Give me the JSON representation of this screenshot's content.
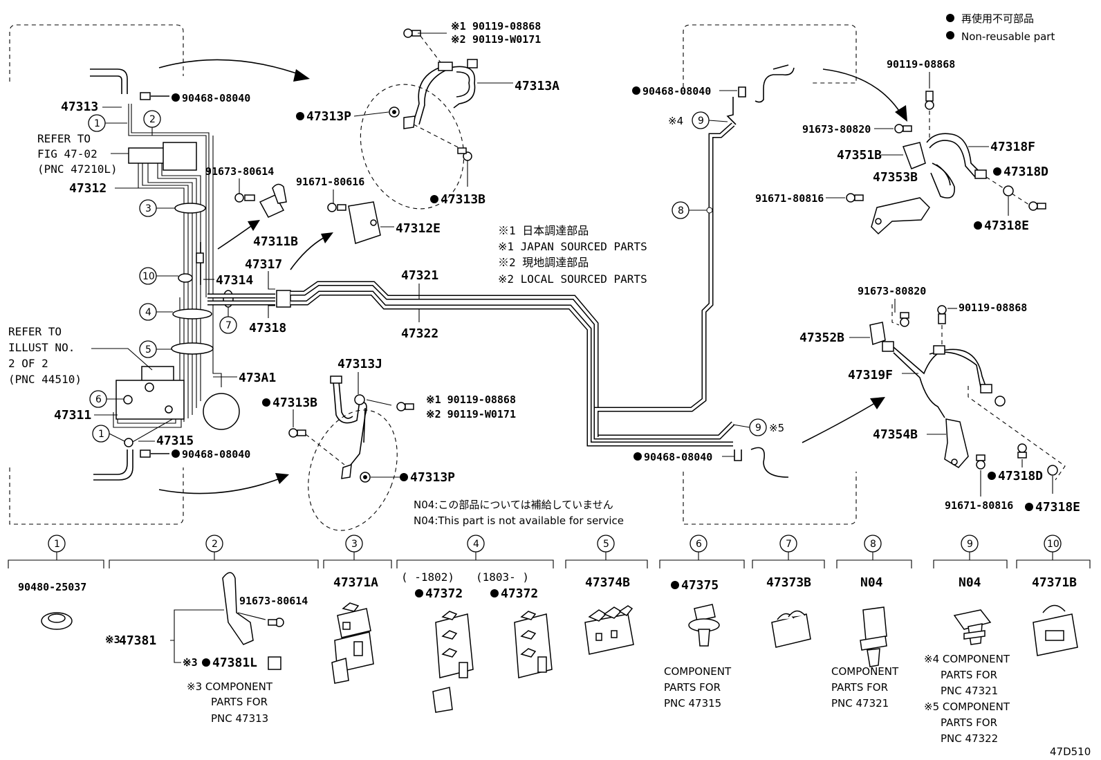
{
  "legend": {
    "line_jp": "再使用不可部品",
    "line_en": "Non-reusable part"
  },
  "labels": {
    "p47313": "47313",
    "p90468_a": "90468-08040",
    "refer_fig_1": "REFER TO",
    "refer_fig_2": "FIG 47-02",
    "refer_fig_3": "(PNC 47210L)",
    "p47312": "47312",
    "p91673_80614_a": "91673-80614",
    "p47311B": "47311B",
    "p91671_80616": "91671-80616",
    "p47312E": "47312E",
    "p47317": "47317",
    "p47314": "47314",
    "p47318": "47318",
    "p47321": "47321",
    "p47322": "47322",
    "refer_illust_1": "REFER TO",
    "refer_illust_2": "ILLUST NO.",
    "refer_illust_3": "2 OF 2",
    "refer_illust_4": "(PNC 44510)",
    "p473A1": "473A1",
    "p47311": "47311",
    "p47315": "47315",
    "p90468_b": "90468-08040",
    "top_note1_mark": "※1",
    "top_note1": "90119-08868",
    "top_note2_mark": "※2",
    "top_note2": "90119-W0171",
    "p47313A": "47313A",
    "p47313P_a": "47313P",
    "p47313B_a": "47313B",
    "note1_jp": "※1 日本調達部品",
    "note1_en": "※1 JAPAN SOURCED PARTS",
    "note2_jp": "※2 現地調達部品",
    "note2_en": "※2 LOCAL SOURCED PARTS",
    "p47313J": "47313J",
    "p47313B_b": "47313B",
    "mid_note1": "※1 90119-08868",
    "mid_note2": "※2 90119-W0171",
    "p47313P_b": "47313P",
    "n04_jp": "N04:この部品については補給していません",
    "n04_en": "N04:This part is not available for service",
    "p90468_c": "90468-08040",
    "mark4": "※4",
    "p90468_d": "90468-08040",
    "mark5": "※5",
    "r_90119_a": "90119-08868",
    "r_91673_a": "91673-80820",
    "r_47351B": "47351B",
    "r_47318F": "47318F",
    "r_47353B": "47353B",
    "r_47318D_a": "47318D",
    "r_91671_a": "91671-80816",
    "r_47318E_a": "47318E",
    "r_91673_b": "91673-80820",
    "r_90119_b": "90119-08868",
    "r_47352B": "47352B",
    "r_47319F": "47319F",
    "r_47354B": "47354B",
    "r_47318D_b": "47318D",
    "r_91671_b": "91671-80816",
    "r_47318E_b": "47318E",
    "code": "47D510"
  },
  "circles": [
    "1",
    "2",
    "3",
    "4",
    "5",
    "6",
    "7",
    "8",
    "9",
    "10"
  ],
  "bottom": {
    "c1": {
      "num": "1",
      "part": "90480-25037"
    },
    "c2": {
      "num": "2",
      "bolt": "91673-80614",
      "main": "47381",
      "main_mark": "※3",
      "sub": "47381L",
      "sub_mark": "※3",
      "note1": "※3 COMPONENT",
      "note2": "PARTS FOR",
      "note3": "PNC 47313"
    },
    "c3": {
      "num": "3",
      "part": "47371A"
    },
    "c4": {
      "num": "4",
      "range_a": "(    -1802)",
      "range_b": "(1803-     )",
      "part_a": "47372",
      "part_b": "47372"
    },
    "c5": {
      "num": "5",
      "part": "47374B"
    },
    "c6": {
      "num": "6",
      "part": "47375",
      "note1": "COMPONENT",
      "note2": "PARTS FOR",
      "note3": "PNC 47315"
    },
    "c7": {
      "num": "7",
      "part": "47373B"
    },
    "c8": {
      "num": "8",
      "part": "N04",
      "note1": "COMPONENT",
      "note2": "PARTS FOR",
      "note3": "PNC 47321"
    },
    "c9": {
      "num": "9",
      "part": "N04",
      "note1": "※4 COMPONENT",
      "note2": "PARTS FOR",
      "note3": "PNC 47321",
      "note4": "※5 COMPONENT",
      "note5": "PARTS FOR",
      "note6": "PNC 47322"
    },
    "c10": {
      "num": "10",
      "part": "47371B"
    }
  }
}
